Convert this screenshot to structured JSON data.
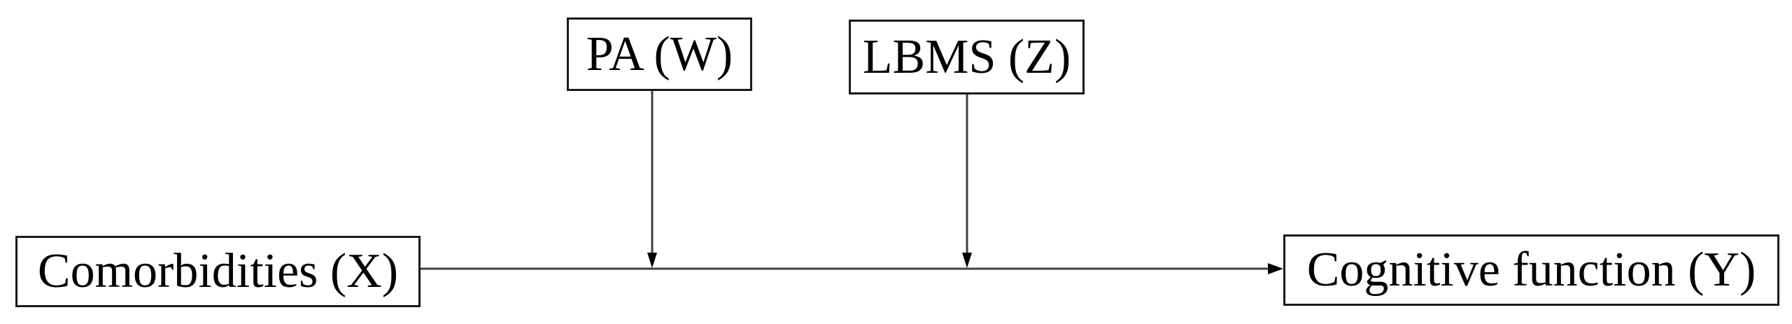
{
  "diagram": {
    "type": "moderation-model",
    "nodes": [
      {
        "id": "pa",
        "label": "PA (W)",
        "role": "moderator"
      },
      {
        "id": "lbms",
        "label": "LBMS (Z)",
        "role": "moderator"
      },
      {
        "id": "comorbidities",
        "label": "Comorbidities (X)",
        "role": "independent-variable"
      },
      {
        "id": "cognitive",
        "label": "Cognitive function (Y)",
        "role": "dependent-variable"
      }
    ],
    "edges": [
      {
        "from": "comorbidities",
        "to": "cognitive",
        "type": "direct-effect"
      },
      {
        "from": "pa",
        "to": "comorbidities-cognitive-path",
        "type": "moderation"
      },
      {
        "from": "lbms",
        "to": "comorbidities-cognitive-path",
        "type": "moderation"
      }
    ],
    "colors": {
      "background": "#ffffff",
      "border": "#1a1a1a",
      "line": "#3f3f3f",
      "arrowhead": "#000000",
      "text": "#000000"
    }
  }
}
